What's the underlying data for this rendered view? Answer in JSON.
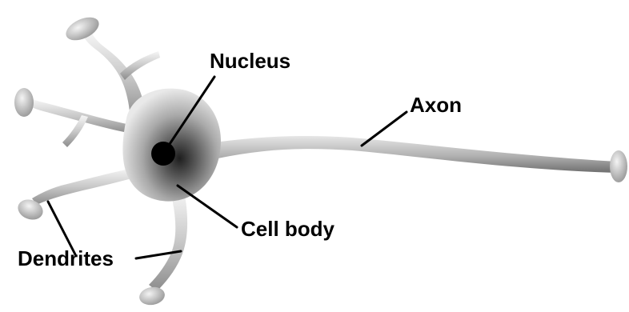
{
  "diagram": {
    "labels": {
      "nucleus": "Nucleus",
      "axon": "Axon",
      "cell_body": "Cell body",
      "dendrites": "Dendrites"
    },
    "colors": {
      "background": "#ffffff",
      "cell_light": "#f2f2f2",
      "cell_mid": "#b5b5b5",
      "cell_dark": "#2a2a2a",
      "nucleus": "#000000",
      "leader_lines": "#000000"
    }
  }
}
